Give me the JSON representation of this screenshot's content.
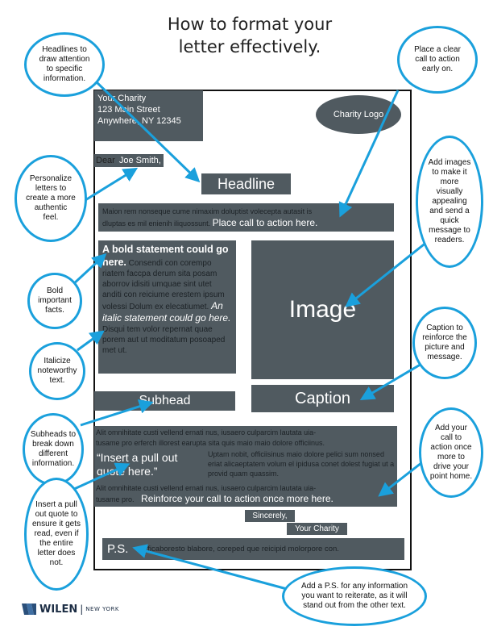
{
  "title_line1": "How to format your",
  "title_line2": "letter effectively.",
  "letter": {
    "address_lines": [
      "Your Charity",
      "123 Main Street",
      "Anywhere, NY 12345"
    ],
    "logo": "Charity Logo",
    "dear": "Dear",
    "dear_name": "Joe Smith,",
    "headline": "Headline",
    "intro_text": "Maion rem nonseque cume nimaxim doluptist volecepta autasit is",
    "intro_text2": "dluptas es mil enienih iliquossunt.",
    "call_to_action": "Place call to action here.",
    "bold_statement": "A bold statement could go here.",
    "body1": "Consendi con corempo riatem faccpa derum sita posam aborrov idisiti umquae sint utet anditi con reiciume erestem ipsum volessi  Dolum ex elecatiumet.",
    "italic_statement": "An italic statement could go here.",
    "body2": "Disqui tem volor repernat quae porem aut ut moditatum posoaped met ut.",
    "image_label": "Image",
    "subhead": "Subhead",
    "caption": "Caption",
    "body3_l1": "Alit omnihitate custi vellend ernati nus, iusaero culparcim lautata uia-",
    "body3_l2": "tusame pro erferch illorest earupta sita quis maio maio dolore officiinus.",
    "pullquote": "“Insert a pull out quote here.”",
    "body3_side": "Uptam nobit, officiisinus maio dolore pelici sum nonsed eriat alicaeptatem volum el ipidusa conet dolest fugiat ut a provid quam quassim.",
    "body4_l1": "Alit omnihitate custi vellend ernati nus, iusaero culparcim lautata uia-",
    "body4_l2": "tusame pro.",
    "reinforce_cta": "Reinforce your call to action once more here.",
    "sincerely": "Sincerely,",
    "signature": "Your Charity",
    "ps_label": "P.S.",
    "ps_text": "Officaboresto blabore, coreped que reicipid molorpore con."
  },
  "callouts": {
    "headlines": "Headlines to draw attention to specific information.",
    "place_cta": "Place a clear call to action early on.",
    "personalize": "Personalize letters to create a more authentic feel.",
    "add_images": "Add images to make it more visually appealing and send a quick message to readers.",
    "bold": "Bold important facts.",
    "italicize": "Italicize noteworthy text.",
    "caption": "Caption to reinforce the picture and message.",
    "subheads": "Subheads to break down different information.",
    "add_cta": "Add your call to action once more to drive your point home.",
    "pullquote": "Insert a pull out quote to ensure it gets read, even if the entire letter does not.",
    "ps": "Add a P.S. for any information you want to reiterate, as it will stand out from the other text."
  },
  "brand": {
    "name": "WILEN",
    "sub": "NEW YORK"
  },
  "colors": {
    "accent": "#1aa0dc",
    "block": "#505a60"
  }
}
